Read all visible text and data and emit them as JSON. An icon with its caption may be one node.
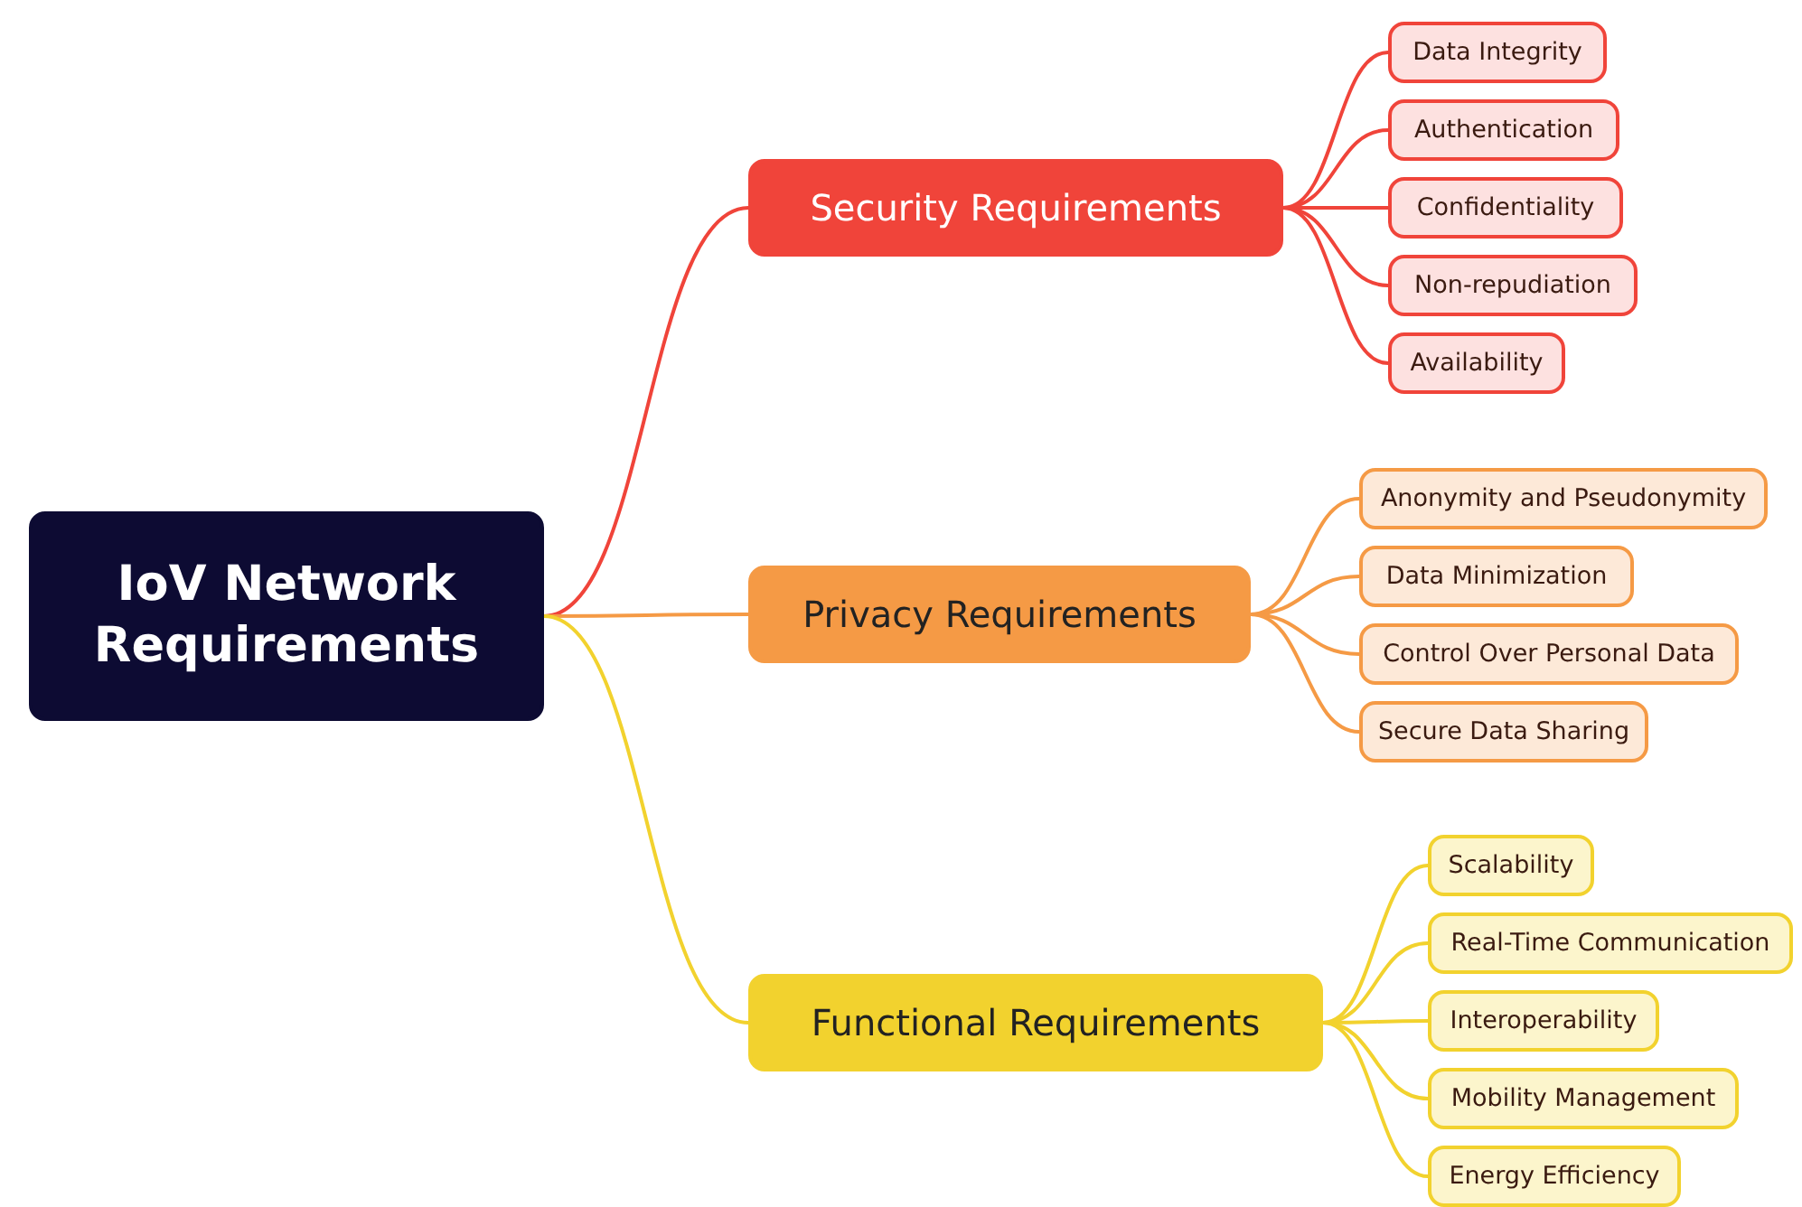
{
  "diagram": {
    "nodes": [
      {
        "text": [
          "IoV Network Requirements"
        ]
      },
      {
        "text": [
          "Security Requirements"
        ]
      },
      {
        "text": [
          "Privacy Requirements"
        ]
      },
      {
        "text": [
          "Functional Requirements"
        ]
      },
      {
        "text": [
          "Data Integrity"
        ]
      },
      {
        "text": [
          "Authentication"
        ]
      },
      {
        "text": [
          "Confidentiality"
        ]
      },
      {
        "text": [
          "Non-repudiation"
        ]
      },
      {
        "text": [
          "Availability"
        ]
      },
      {
        "text": [
          "Anonymity and Pseudonymity"
        ]
      },
      {
        "text": [
          "Data Minimization"
        ]
      },
      {
        "text": [
          "Control Over Personal Data"
        ]
      },
      {
        "text": [
          "Secure Data Sharing"
        ]
      },
      {
        "text": [
          "Scalability"
        ]
      },
      {
        "text": [
          "Real-Time Communication"
        ]
      },
      {
        "text": [
          "Interoperability"
        ]
      },
      {
        "text": [
          "Mobility Management"
        ]
      },
      {
        "text": [
          "Energy Efficiency"
        ]
      }
    ],
    "edges": [
      {
        "from": 0,
        "to": 1,
        "arrow": "none",
        "color": "#f0443a"
      },
      {
        "from": 0,
        "to": 2,
        "arrow": "none",
        "color": "#f59a45"
      },
      {
        "from": 0,
        "to": 3,
        "arrow": "none",
        "color": "#f2d22e"
      },
      {
        "from": 1,
        "to": 4,
        "arrow": "none",
        "color": "#f0443a"
      },
      {
        "from": 1,
        "to": 5,
        "arrow": "none",
        "color": "#f0443a"
      },
      {
        "from": 1,
        "to": 6,
        "arrow": "none",
        "color": "#f0443a"
      },
      {
        "from": 1,
        "to": 7,
        "arrow": "none",
        "color": "#f0443a"
      },
      {
        "from": 1,
        "to": 8,
        "arrow": "none",
        "color": "#f0443a"
      },
      {
        "from": 2,
        "to": 9,
        "arrow": "none",
        "color": "#f59a45"
      },
      {
        "from": 2,
        "to": 10,
        "arrow": "none",
        "color": "#f59a45"
      },
      {
        "from": 2,
        "to": 11,
        "arrow": "none",
        "color": "#f59a45"
      },
      {
        "from": 2,
        "to": 12,
        "arrow": "none",
        "color": "#f59a45"
      },
      {
        "from": 3,
        "to": 13,
        "arrow": "none",
        "color": "#f2d22e"
      },
      {
        "from": 3,
        "to": 14,
        "arrow": "none",
        "color": "#f2d22e"
      },
      {
        "from": 3,
        "to": 15,
        "arrow": "none",
        "color": "#f2d22e"
      },
      {
        "from": 3,
        "to": 16,
        "arrow": "none",
        "color": "#f2d22e"
      },
      {
        "from": 3,
        "to": 17,
        "arrow": "none",
        "color": "#f2d22e"
      }
    ]
  }
}
